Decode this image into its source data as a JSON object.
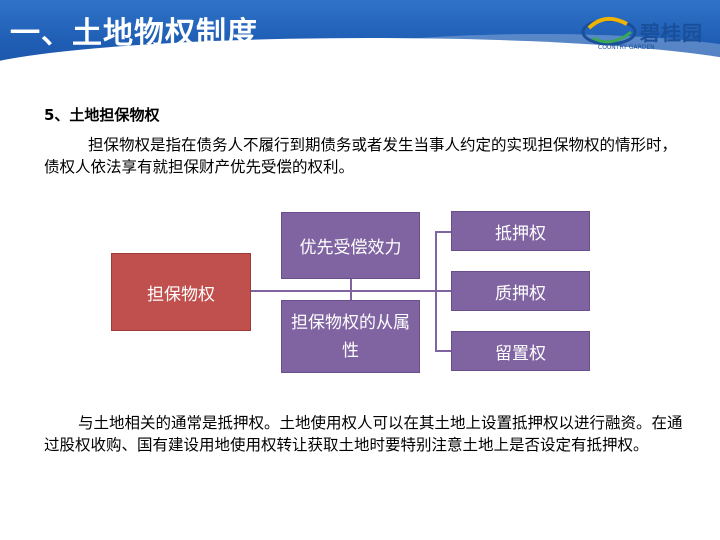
{
  "header": {
    "title": "一、土地物权制度",
    "logo_text": "碧桂园",
    "logo_sub": "COUNTRY GARDEN"
  },
  "section": {
    "heading": "5、土地担保物权",
    "paragraph1": "担保物权是指在债务人不履行到期债务或者发生当事人约定的实现担保物权的情形时，债权人依法享有就担保财产优先受偿的权利。",
    "paragraph2": "与土地相关的通常是抵押权。土地使用权人可以在其土地上设置抵押权以进行融资。在通过股权收购、国有建设用地使用权转让获取土地时要特别注意土地上是否设定有抵押权。"
  },
  "diagram": {
    "root": "担保物权",
    "mid_top": "优先受偿效力",
    "mid_bottom": "担保物权的从属性",
    "right_items": [
      "抵押权",
      "质押权",
      "留置权"
    ]
  },
  "colors": {
    "header_blue": "#1f5db4",
    "root_box": "#c0504d",
    "child_box": "#8064a2",
    "connector": "#8064a2"
  },
  "icons": {
    "logo": "country-garden-swoosh-logo"
  }
}
